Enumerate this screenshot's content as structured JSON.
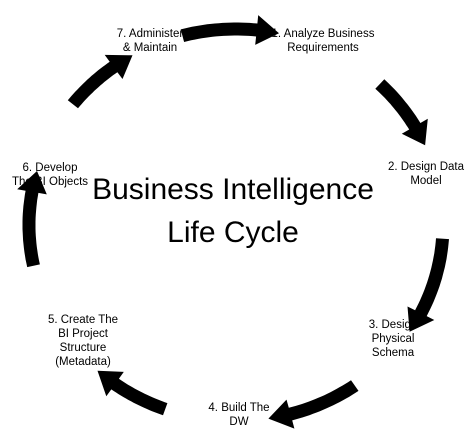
{
  "diagram": {
    "title_lines": [
      "Business Intelligence",
      "Life Cycle"
    ],
    "steps": [
      {
        "lines": [
          "1. Analyze Business",
          "Requirements"
        ]
      },
      {
        "lines": [
          "2. Design Data",
          "Model"
        ]
      },
      {
        "lines": [
          "3. Design",
          "Physical",
          "Schema"
        ]
      },
      {
        "lines": [
          "4. Build The",
          "DW"
        ]
      },
      {
        "lines": [
          "5. Create The",
          "BI Project",
          "Structure",
          "(Metadata)"
        ]
      },
      {
        "lines": [
          "6. Develop",
          "The BI Objects"
        ]
      },
      {
        "lines": [
          "7. Administer",
          "& Maintain"
        ]
      }
    ]
  }
}
